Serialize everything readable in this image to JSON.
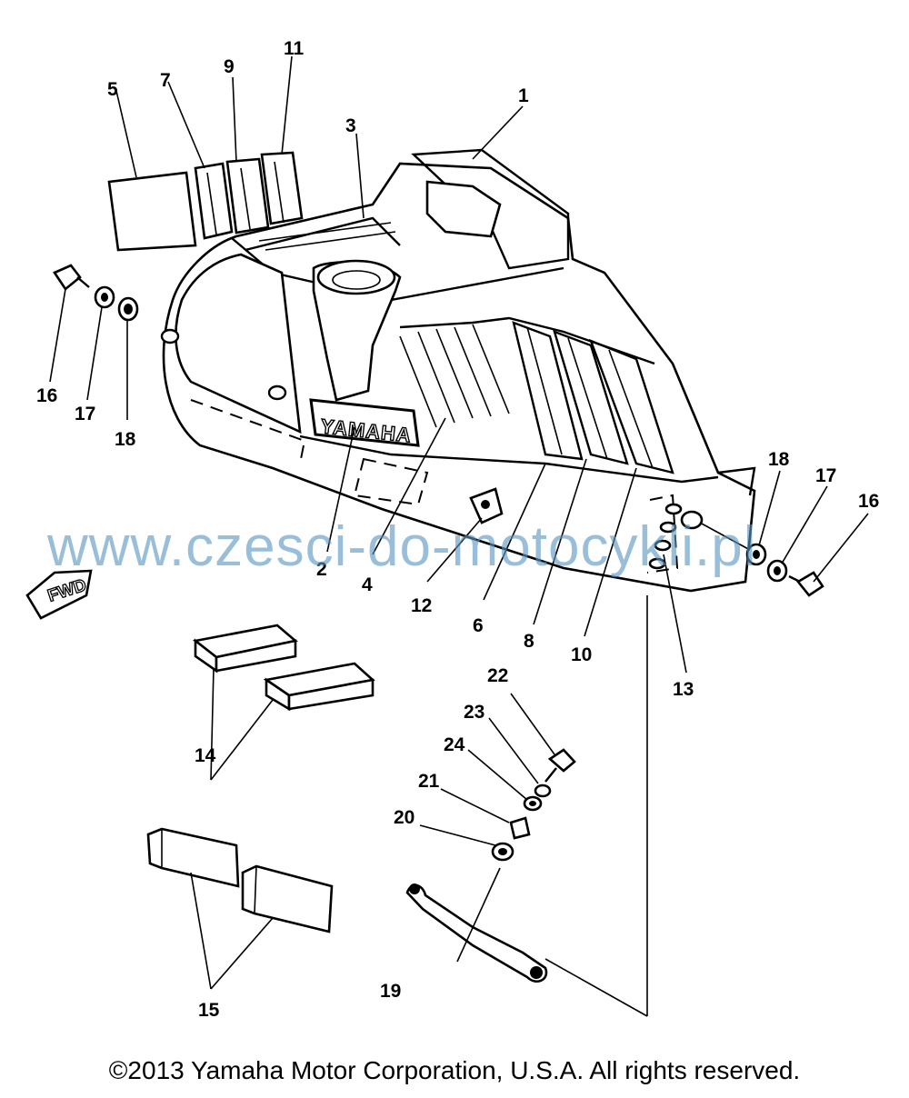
{
  "diagram": {
    "callouts": [
      "1",
      "2",
      "3",
      "4",
      "5",
      "6",
      "7",
      "8",
      "9",
      "10",
      "11",
      "12",
      "13",
      "14",
      "15",
      "16",
      "17",
      "18",
      "16",
      "17",
      "18",
      "19",
      "20",
      "21",
      "22",
      "23",
      "24"
    ],
    "brand_label": "YAMAHA",
    "fwd_label": "FWD"
  },
  "watermark": "www.czesci-do-motocykli.pl",
  "copyright": "©2013 Yamaha Motor Corporation, U.S.A. All rights reserved."
}
